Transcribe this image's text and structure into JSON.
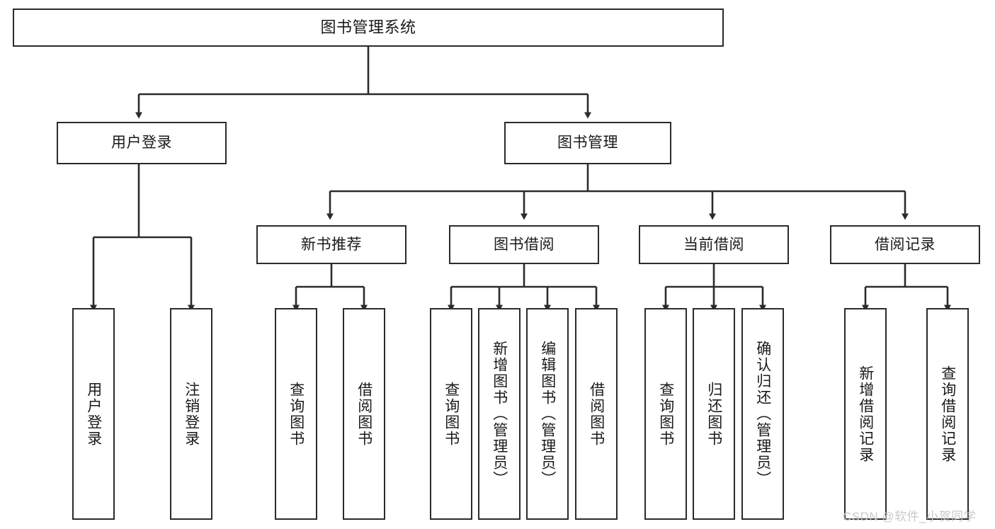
{
  "diagram": {
    "type": "tree-hierarchy",
    "title": "图书管理系统",
    "root": {
      "id": "root",
      "label": "图书管理系统"
    },
    "level2": [
      {
        "id": "user-login",
        "label": "用户登录"
      },
      {
        "id": "book-manage",
        "label": "图书管理"
      }
    ],
    "level3": [
      {
        "id": "new-book-rec",
        "label": "新书推荐",
        "parent": "book-manage"
      },
      {
        "id": "book-borrow",
        "label": "图书借阅",
        "parent": "book-manage"
      },
      {
        "id": "current-borrow",
        "label": "当前借阅",
        "parent": "book-manage"
      },
      {
        "id": "borrow-record",
        "label": "借阅记录",
        "parent": "book-manage"
      }
    ],
    "leaves": [
      {
        "id": "leaf-user-login",
        "label": "用户登录",
        "parent": "user-login"
      },
      {
        "id": "leaf-logout",
        "label": "注销登录",
        "parent": "user-login"
      },
      {
        "id": "leaf-query-book-1",
        "label": "查询图书",
        "parent": "new-book-rec"
      },
      {
        "id": "leaf-borrow-book-1",
        "label": "借阅图书",
        "parent": "new-book-rec"
      },
      {
        "id": "leaf-query-book-2",
        "label": "查询图书",
        "parent": "book-borrow"
      },
      {
        "id": "leaf-add-book",
        "label": "新增图书（管理员）",
        "parent": "book-borrow"
      },
      {
        "id": "leaf-edit-book",
        "label": "编辑图书（管理员）",
        "parent": "book-borrow"
      },
      {
        "id": "leaf-borrow-book-2",
        "label": "借阅图书",
        "parent": "book-borrow"
      },
      {
        "id": "leaf-query-book-3",
        "label": "查询图书",
        "parent": "current-borrow"
      },
      {
        "id": "leaf-return-book",
        "label": "归还图书",
        "parent": "current-borrow"
      },
      {
        "id": "leaf-confirm-return",
        "label": "确认归还（管理员）",
        "parent": "current-borrow"
      },
      {
        "id": "leaf-add-record",
        "label": "新增借阅记录",
        "parent": "borrow-record"
      },
      {
        "id": "leaf-query-record",
        "label": "查询借阅记录",
        "parent": "borrow-record"
      }
    ],
    "watermark": "CSDN @软件_小贺同学",
    "colors": {
      "stroke": "#2b2b2b",
      "box_fill": "#ffffff",
      "text": "#1a1a1a",
      "watermark": "#c9c9c9",
      "background": "#ffffff"
    }
  }
}
